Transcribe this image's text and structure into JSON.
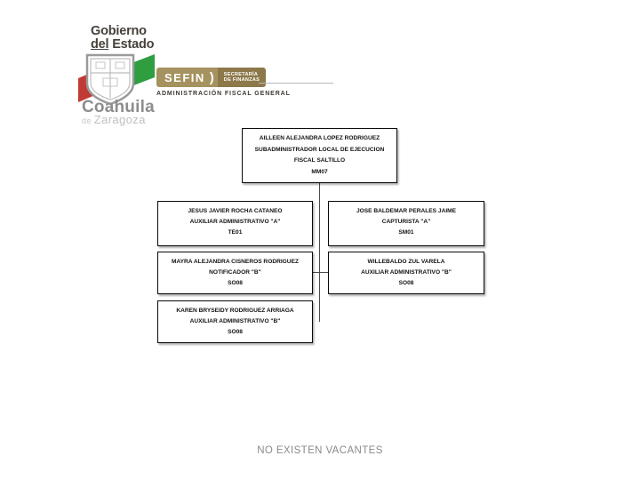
{
  "page": {
    "footer_note": "NO EXISTEN VACANTES"
  },
  "header": {
    "gobierno": {
      "line1": "Gobierno",
      "line2_prefix": "del",
      "line2_suffix": " Estado"
    },
    "coahuila": {
      "name": "Coahuila",
      "subname_prefix": "de ",
      "subname": "Zaragoza"
    },
    "sefin": {
      "acronym": "SEFIN",
      "separator": ")",
      "secretariat_line1": "SECRETARÍA",
      "secretariat_line2": "DE FINANZAS"
    },
    "department": "ADMINISTRACIÓN FISCAL GENERAL",
    "colors": {
      "flag_red": "#c13a35",
      "flag_green": "#2f9e41",
      "badge_tan": "#a6925f",
      "badge_brown": "#8d784a",
      "shield_gray": "#9a9a9a"
    }
  },
  "org_chart": {
    "root": {
      "name": "AILLEEN ALEJANDRA LOPEZ RODRIGUEZ",
      "title_line1": "SUBADMINISTRADOR LOCAL DE EJECUCION",
      "title_line2": "FISCAL SALTILLO",
      "code": "MM07"
    },
    "subordinates": [
      {
        "name": "JESUS JAVIER ROCHA CATANEO",
        "title": "AUXILIAR ADMINISTRATIVO \"A\"",
        "code": "TE01"
      },
      {
        "name": "JOSE BALDEMAR PERALES JAIME",
        "title": "CAPTURISTA \"A\"",
        "code": "SM01"
      },
      {
        "name": "MAYRA ALEJANDRA CISNEROS RODRIGUEZ",
        "title": "NOTIFICADOR \"B\"",
        "code": "SO08"
      },
      {
        "name": "WILLEBALDO ZUL VARELA",
        "title": "AUXILIAR ADMINISTRATIVO \"B\"",
        "code": "SO08"
      },
      {
        "name": "KAREN BRYSEIDY RODRIGUEZ ARRIAGA",
        "title": "AUXILIAR ADMINISTRATIVO \"B\"",
        "code": "SO08"
      }
    ]
  }
}
